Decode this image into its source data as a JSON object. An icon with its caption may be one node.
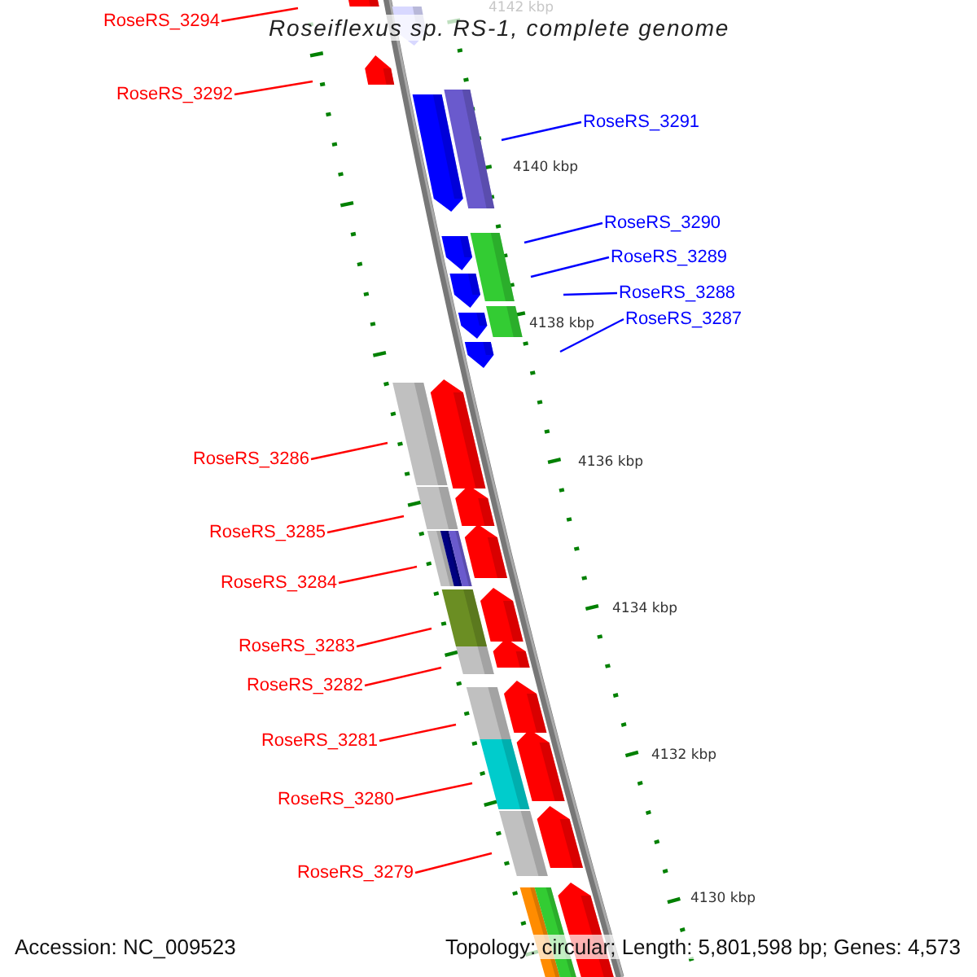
{
  "diagram": {
    "title": "Roseiflexus sp. RS-1, complete genome",
    "nodes": [
      {
        "text": [
          "RoseRS_3294"
        ]
      },
      {
        "text": [
          "RoseRS_3292"
        ]
      },
      {
        "text": [
          "RoseRS_3291"
        ]
      },
      {
        "text": [
          "RoseRS_3290"
        ]
      },
      {
        "text": [
          "RoseRS_3289"
        ]
      },
      {
        "text": [
          "RoseRS_3288"
        ]
      },
      {
        "text": [
          "RoseRS_3287"
        ]
      },
      {
        "text": [
          "RoseRS_3286"
        ]
      },
      {
        "text": [
          "RoseRS_3285"
        ]
      },
      {
        "text": [
          "RoseRS_3284"
        ]
      },
      {
        "text": [
          "RoseRS_3283"
        ]
      },
      {
        "text": [
          "RoseRS_3282"
        ]
      },
      {
        "text": [
          "RoseRS_3281"
        ]
      },
      {
        "text": [
          "RoseRS_3280"
        ]
      },
      {
        "text": [
          "RoseRS_3279"
        ]
      }
    ],
    "edges": [
      {
        "from": 0,
        "to": null,
        "arrow": "none"
      },
      {
        "from": 1,
        "to": null,
        "arrow": "none"
      },
      {
        "from": 2,
        "to": null,
        "arrow": "none",
        "color": "#0000ff"
      },
      {
        "from": 3,
        "to": null,
        "arrow": "none",
        "color": "#0000ff"
      },
      {
        "from": 4,
        "to": null,
        "arrow": "none",
        "color": "#0000ff"
      },
      {
        "from": 5,
        "to": null,
        "arrow": "none",
        "color": "#0000ff"
      },
      {
        "from": 6,
        "to": null,
        "arrow": "none",
        "color": "#0000ff"
      },
      {
        "from": 7,
        "to": null,
        "arrow": "none"
      },
      {
        "from": 8,
        "to": null,
        "arrow": "none"
      },
      {
        "from": 9,
        "to": null,
        "arrow": "none"
      },
      {
        "from": 10,
        "to": null,
        "arrow": "none"
      },
      {
        "from": 11,
        "to": null,
        "arrow": "none"
      },
      {
        "from": 12,
        "to": null,
        "arrow": "none"
      },
      {
        "from": 13,
        "to": null,
        "arrow": "none"
      },
      {
        "from": 14,
        "to": null,
        "arrow": "none"
      }
    ],
    "labels": [
      "4142 kbp",
      "4140 kbp",
      "4138 kbp",
      "4136 kbp",
      "4134 kbp",
      "4132 kbp",
      "4130 kbp",
      "Accession: NC_009523",
      "Topology: circular; Length: 5,801,598 bp; Genes: 4,573"
    ]
  }
}
